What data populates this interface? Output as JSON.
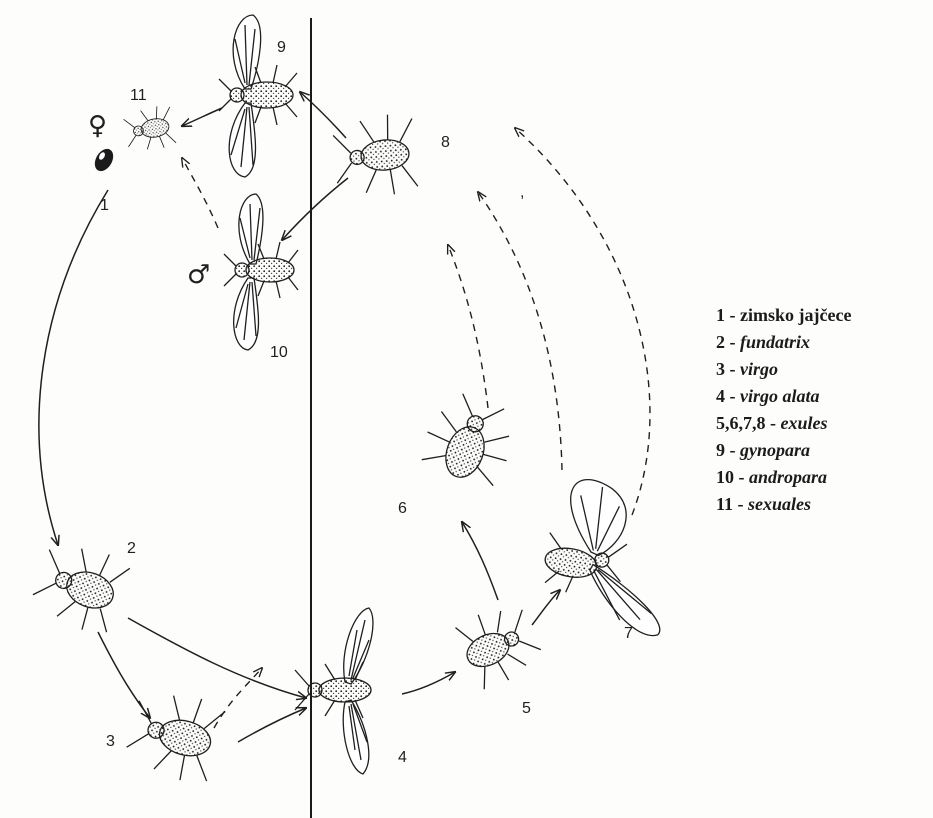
{
  "stage_labels": [
    "1",
    "2",
    "3",
    "4",
    "5",
    "6",
    "7",
    "8",
    "9",
    "10",
    "11"
  ],
  "sex_symbols": {
    "female": "♀",
    "male": "♂"
  },
  "comma_mark": ",",
  "legend": [
    {
      "key": "1",
      "sep": " - ",
      "term": "zimsko jajčece",
      "italic": false
    },
    {
      "key": "2",
      "sep": " - ",
      "term": "fundatrix",
      "italic": true
    },
    {
      "key": "3",
      "sep": " - ",
      "term": "virgo",
      "italic": true
    },
    {
      "key": "4",
      "sep": " - ",
      "term": "virgo alata",
      "italic": true
    },
    {
      "key": "5,6,7,8",
      "sep": " - ",
      "term": "exules",
      "italic": true
    },
    {
      "key": "9",
      "sep": " - ",
      "term": "gynopara",
      "italic": true
    },
    {
      "key": "10",
      "sep": " - ",
      "term": "andropara",
      "italic": true
    },
    {
      "key": "11",
      "sep": " - ",
      "term": "sexuales",
      "italic": true
    }
  ],
  "colors": {
    "ink": "#1f1f1f",
    "background": "#fdfdfc"
  }
}
